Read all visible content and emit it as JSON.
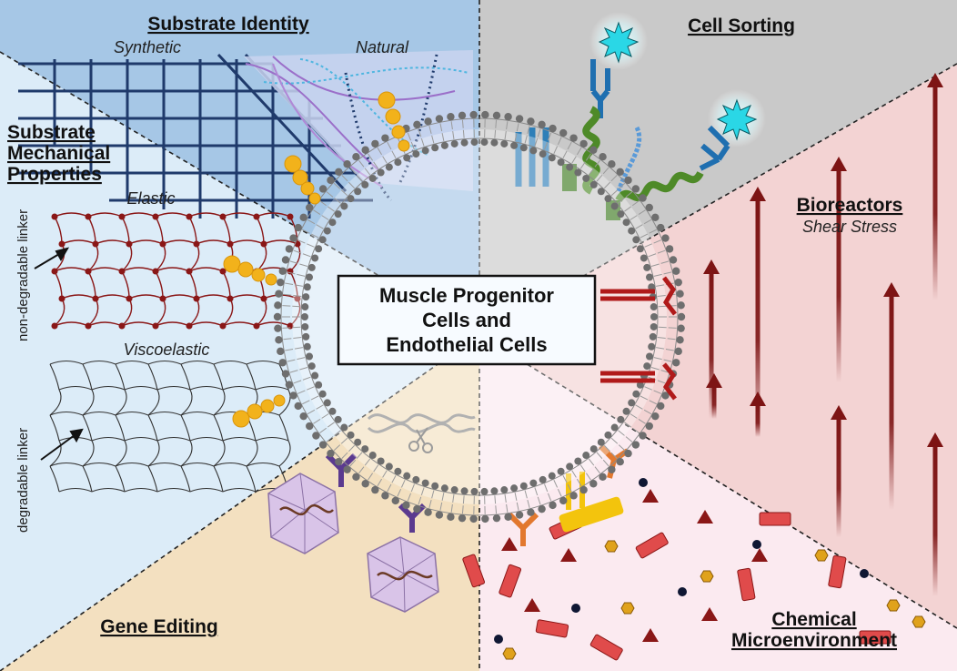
{
  "center": {
    "line1": "Muscle Progenitor",
    "line2": "Cells and",
    "line3": "Endothelial Cells"
  },
  "sections": {
    "substrate_identity": {
      "title": "Substrate Identity",
      "synthetic": "Synthetic",
      "natural": "Natural"
    },
    "cell_sorting": {
      "title": "Cell Sorting"
    },
    "substrate_mechanical": {
      "title_line1": "Substrate",
      "title_line2": "Mechanical",
      "title_line3": "Properties",
      "elastic": "Elastic",
      "viscoelastic": "Viscoelastic",
      "non_degradable": "non-degradable linker",
      "degradable": "degradable linker"
    },
    "bioreactors": {
      "title": "Bioreactors",
      "subtitle": "Shear Stress"
    },
    "gene_editing": {
      "title": "Gene Editing"
    },
    "chemical": {
      "title_line1": "Chemical",
      "title_line2": "Microenvironment"
    }
  },
  "colors": {
    "substrate_identity_bg": "#a6c7e6",
    "cell_sorting_bg": "#c9c9c9",
    "mechanical_bg": "#dcecf8",
    "bioreactor_bg": "#f3d3d3",
    "gene_editing_bg": "#f3e0c0",
    "chemical_bg": "#fbeaf0",
    "arrow": "#7d1414",
    "membrane": "#6e6e6e",
    "fiber": "#f2b21b"
  }
}
